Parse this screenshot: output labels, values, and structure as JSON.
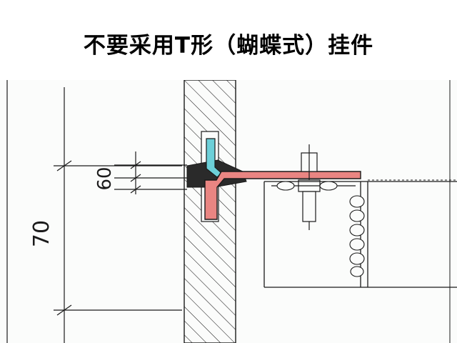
{
  "title": "不要采用T形（蝴蝶式）挂件",
  "drawing": {
    "dimension_labels": [
      "70",
      "60"
    ],
    "colors": {
      "background": "#fbfcfb",
      "line": "#1a1a1a",
      "clip_pink": "#e98582",
      "clip_cyan": "#6ccfd8"
    }
  }
}
